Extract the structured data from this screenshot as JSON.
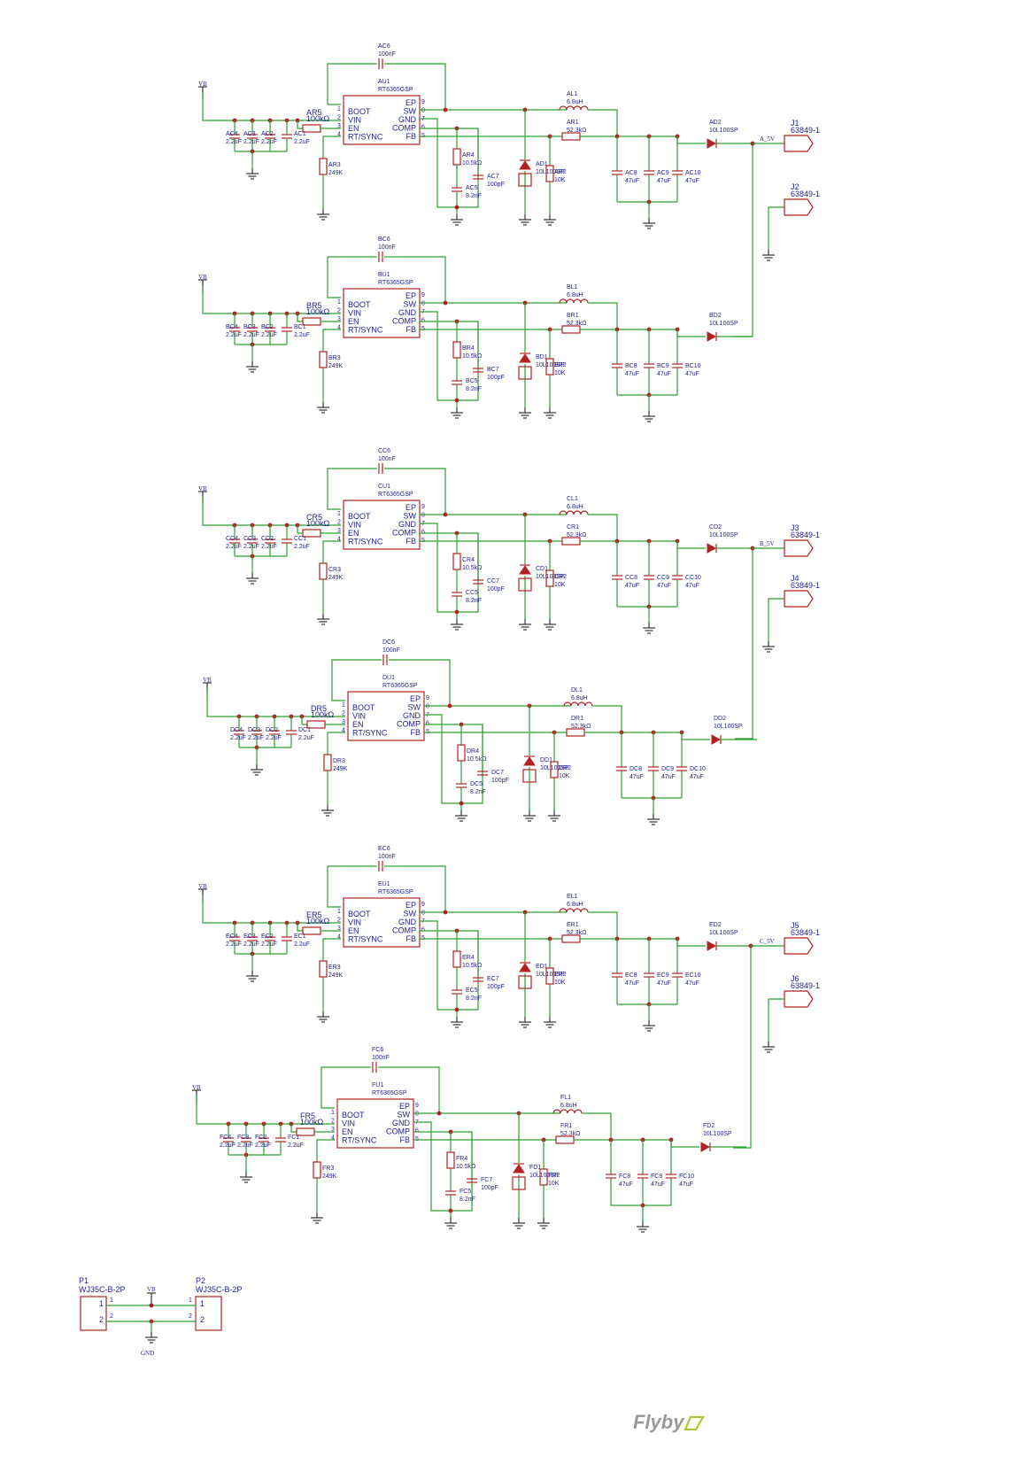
{
  "pin_labels": [
    "BOOT",
    "VIN",
    "EN",
    "RT/SYNC"
  ],
  "right_pin_labels": [
    "EP",
    "SW",
    "GND",
    "COMP",
    "FB"
  ],
  "left_pin_nums": [
    "1",
    "2",
    "3",
    "4"
  ],
  "right_pin_nums": [
    "9",
    "8",
    "7",
    "6",
    "5"
  ],
  "net_vb": "VB",
  "net_gnd": "GND",
  "values": {
    "boot_cap": "100nF",
    "ic": "RT6365GSP",
    "inductor": "6.8uH",
    "r1": "52.3kΩ",
    "r4": "10.5kΩ",
    "r5": "100kΩ",
    "r3": "249K",
    "r2": "10K",
    "c_in": "2.2uF",
    "c7": "100pF",
    "c5": "8.2nF",
    "c_out": "47uF",
    "diode": "10L100SP"
  },
  "channels": [
    {
      "p": "A",
      "out_net": "A_5V",
      "connectors": [
        "J1",
        "J2"
      ]
    },
    {
      "p": "B",
      "out_net": "",
      "connectors": []
    },
    {
      "p": "C",
      "out_net": "B_5V",
      "connectors": [
        "J3",
        "J4"
      ]
    },
    {
      "p": "D",
      "out_net": "",
      "connectors": []
    },
    {
      "p": "E",
      "out_net": "C_5V",
      "connectors": [
        "J5",
        "J6"
      ]
    },
    {
      "p": "F",
      "out_net": "",
      "connectors": []
    }
  ],
  "connector_part": "63849-1",
  "input_connectors": [
    {
      "ref": "P1",
      "part": "WJ35C-B-2P",
      "pins": [
        "1",
        "2"
      ]
    },
    {
      "ref": "P2",
      "part": "WJ35C-B-2P",
      "pins": [
        "1",
        "2"
      ]
    }
  ],
  "logo": "Flyby",
  "colors": {
    "wire": "#2ca02c",
    "part": "#b22222",
    "label": "#1f1f8f",
    "logo": "#9a9a9a"
  }
}
